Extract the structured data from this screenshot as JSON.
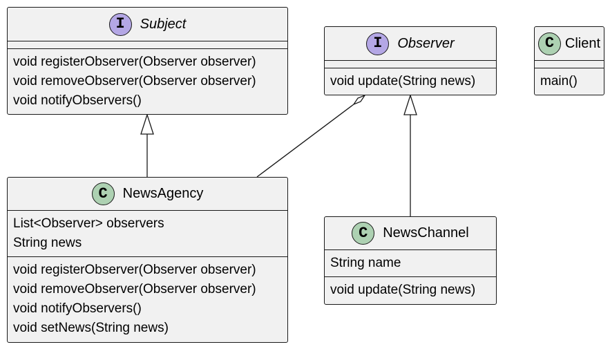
{
  "diagram": {
    "classes": {
      "subject": {
        "stereotype": "I",
        "name": "Subject",
        "methods": [
          "void registerObserver(Observer observer)",
          "void removeObserver(Observer observer)",
          "void notifyObservers()"
        ]
      },
      "observer": {
        "stereotype": "I",
        "name": "Observer",
        "methods": [
          "void update(String news)"
        ]
      },
      "client": {
        "stereotype": "C",
        "name": "Client",
        "methods": [
          "main()"
        ]
      },
      "news_agency": {
        "stereotype": "C",
        "name": "NewsAgency",
        "fields": [
          "List<Observer> observers",
          "String news"
        ],
        "methods": [
          "void registerObserver(Observer observer)",
          "void removeObserver(Observer observer)",
          "void notifyObservers()",
          "void setNews(String news)"
        ]
      },
      "news_channel": {
        "stereotype": "C",
        "name": "NewsChannel",
        "fields": [
          "String name"
        ],
        "methods": [
          "void update(String news)"
        ]
      }
    },
    "colors": {
      "interface_badge": "#b4a7e5",
      "class_badge": "#add1b2",
      "box_fill": "#f1f1f1",
      "line": "#181818"
    }
  }
}
